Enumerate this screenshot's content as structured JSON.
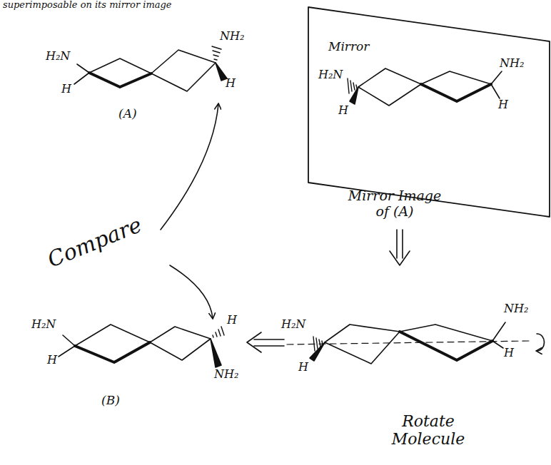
{
  "diagram": {
    "labels": [
      "superimposable on its mirror image",
      "H₂N",
      "H",
      "NH₂",
      "H",
      "(A)",
      "Mirror",
      "H₂N",
      "H",
      "NH₂",
      "H",
      "Mirror Image of (A)",
      "Compare",
      "H₂N",
      "H",
      "H",
      "NH₂",
      "(B)",
      "H₂N",
      "H",
      "NH₂",
      "H",
      "Rotate Molecule"
    ]
  }
}
